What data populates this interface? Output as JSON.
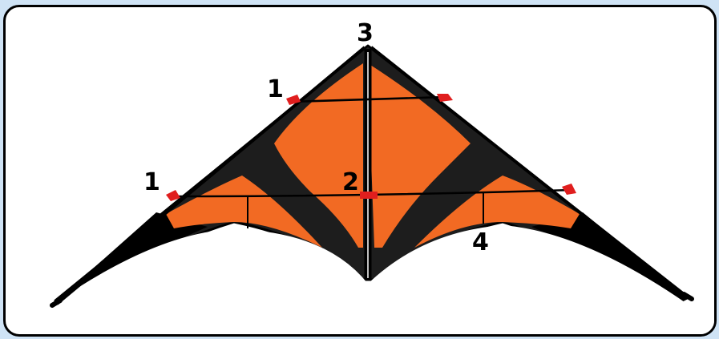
{
  "diagram": {
    "labels": {
      "top_nose": "3",
      "upper_left": "1",
      "lower_left": "1",
      "center": "2",
      "right_standoff": "4"
    },
    "colors": {
      "sail": "#f26a23",
      "frame": "#1d1d1d",
      "wingtip": "#000000",
      "connector": "#e01e1e",
      "background": "#cfe3f5"
    }
  }
}
